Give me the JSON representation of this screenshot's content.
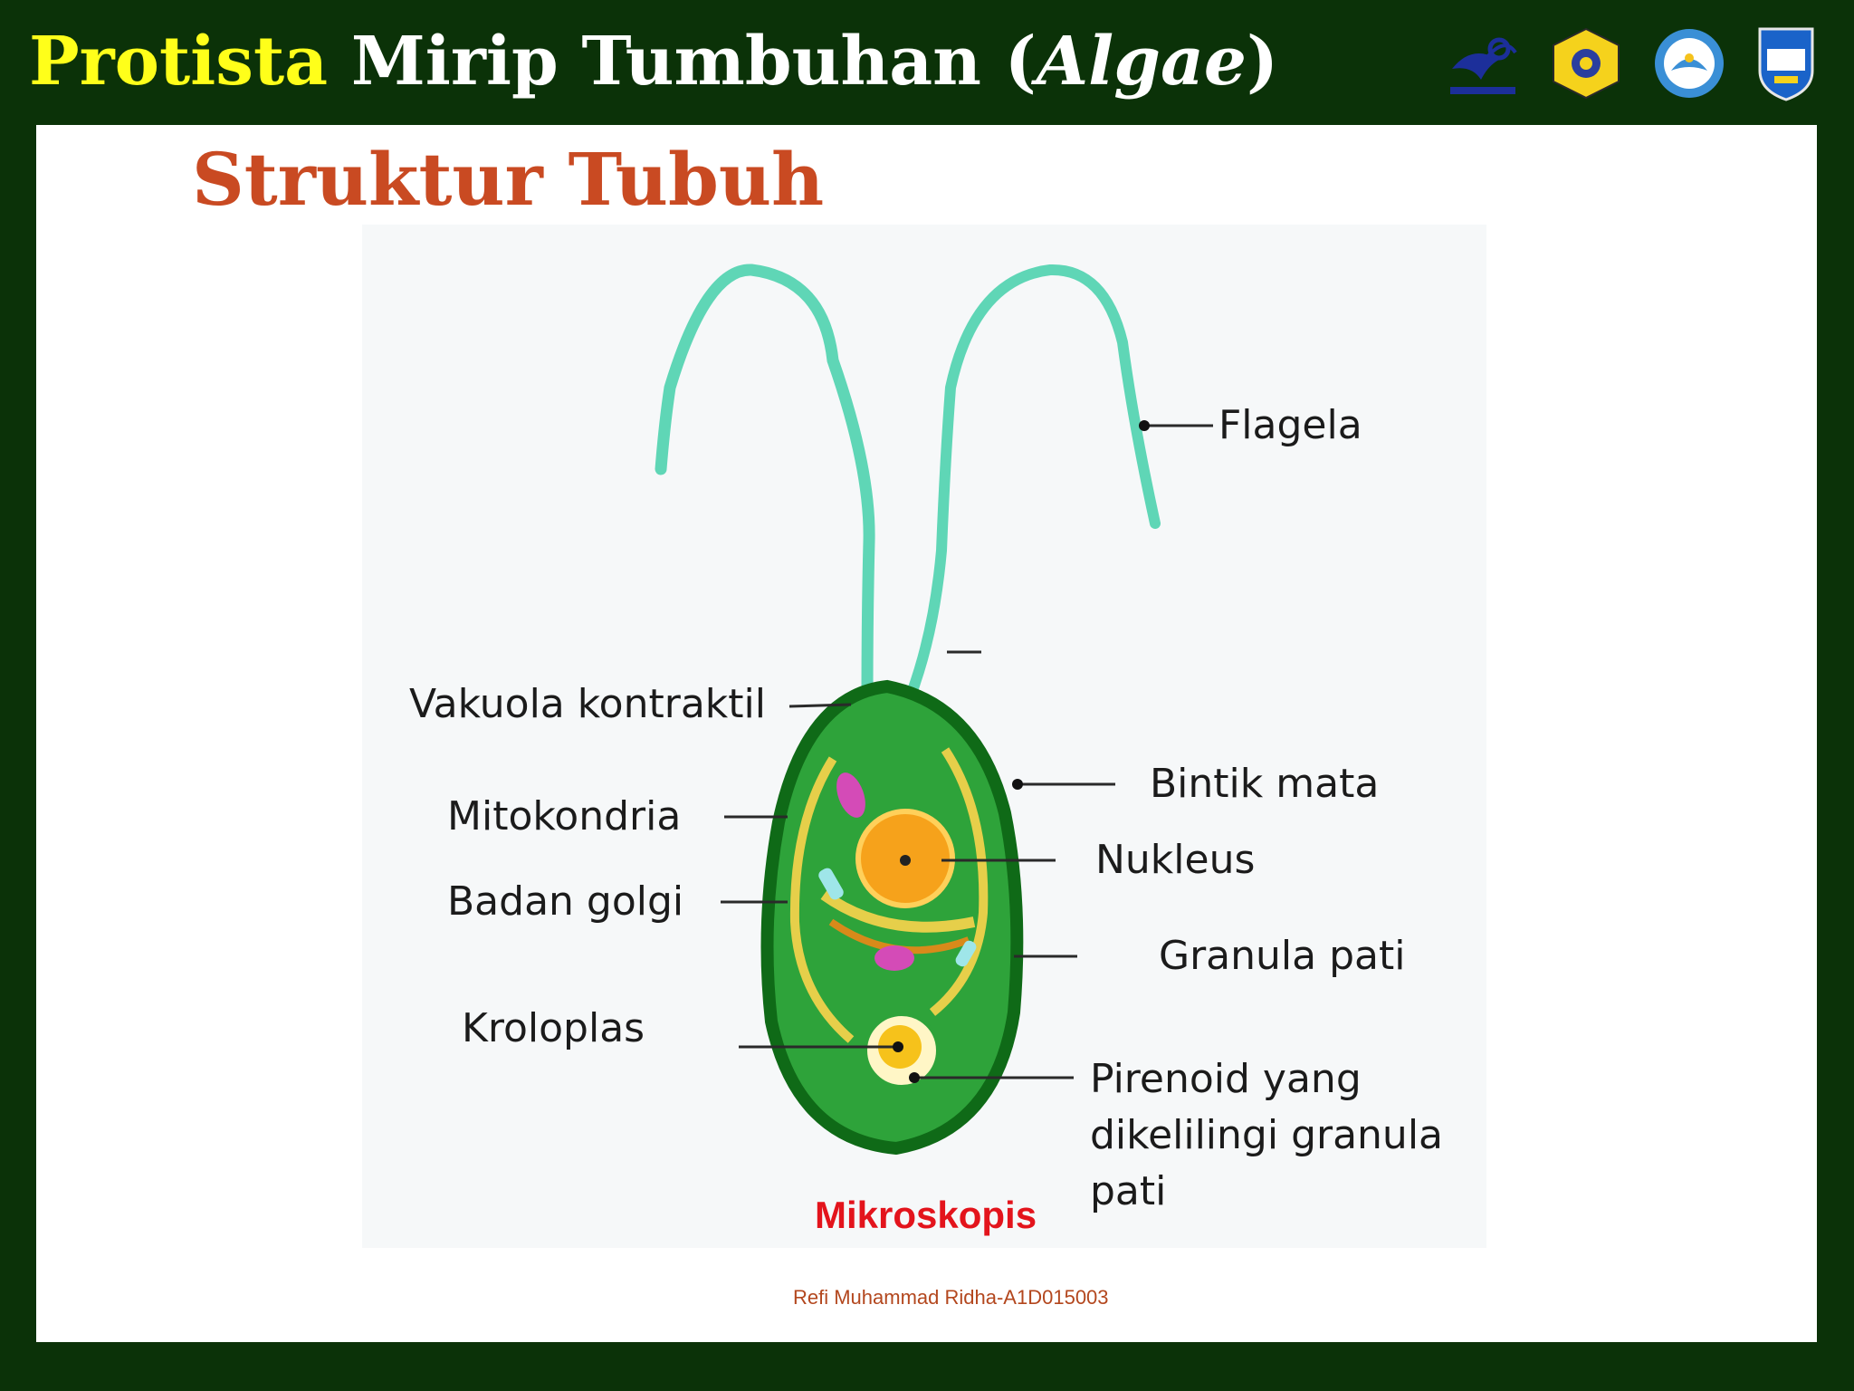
{
  "header": {
    "title_accent": "Protista",
    "title_main": "Mirip Tumbuhan (",
    "title_italic": "Algae",
    "title_close": ")",
    "logos": [
      "ristekdikti-logo",
      "university-emblem",
      "tut-wuri-handayani-logo",
      "cyber-school-badge"
    ]
  },
  "slide": {
    "subtitle": "Struktur Tubuh",
    "caption": "Mikroskopis",
    "footer": "Refi Muhammad Ridha-A1D015003"
  },
  "diagram": {
    "labels": {
      "flagela": "Flagela",
      "vakuola": "Vakuola kontraktil",
      "bintik": "Bintik mata",
      "mitokondria": "Mitokondria",
      "nukleus": "Nukleus",
      "golgi": "Badan golgi",
      "granula": "Granula pati",
      "kloroplas": "Kroloplas",
      "pirenoid_1": "Pirenoid yang",
      "pirenoid_2": "dikelilingi granula",
      "pirenoid_3": "pati"
    },
    "colors": {
      "cell_body": "#2ea33a",
      "cell_outline": "#0f6a17",
      "flagella": "#5fd6b6",
      "nucleus": "#f6a21b",
      "chloroplast_band": "#e6cf4a"
    }
  }
}
